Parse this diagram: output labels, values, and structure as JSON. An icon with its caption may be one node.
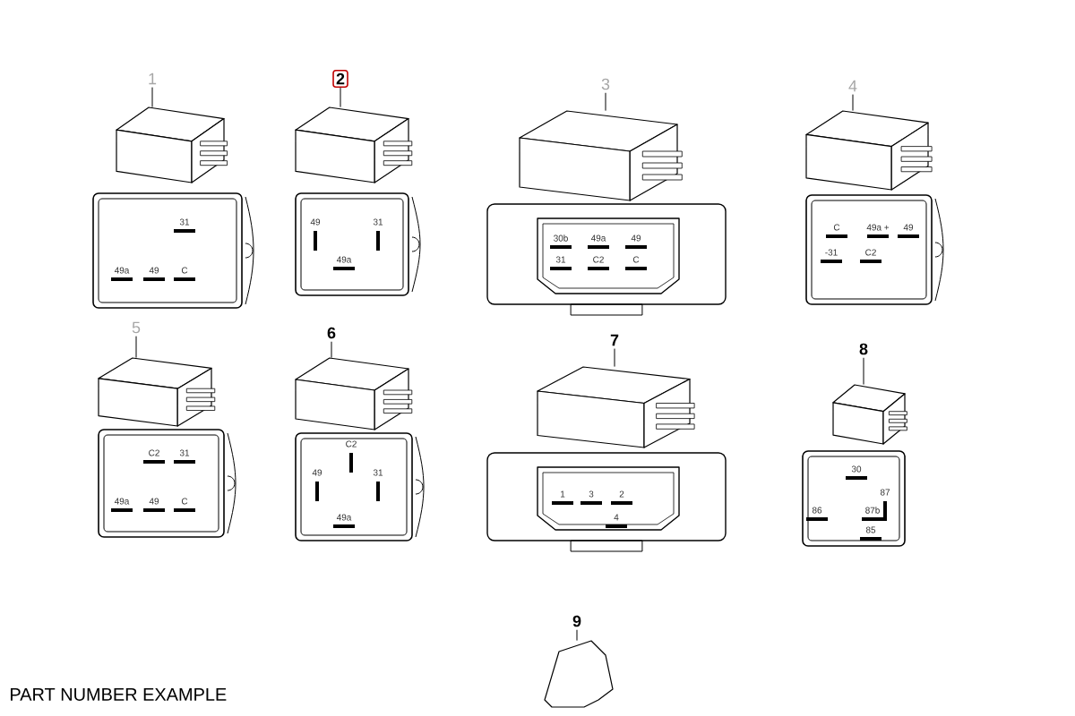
{
  "diagram": {
    "nodes": [
      {
        "text": [
          "1"
        ]
      },
      {
        "text": [
          "2"
        ]
      },
      {
        "text": [
          "3"
        ]
      },
      {
        "text": [
          "4"
        ]
      },
      {
        "text": [
          "5"
        ]
      },
      {
        "text": [
          "6"
        ]
      },
      {
        "text": [
          "7"
        ]
      },
      {
        "text": [
          "8"
        ]
      },
      {
        "text": [
          "9"
        ]
      },
      {
        "text": [],
        "shape": "picture"
      },
      {
        "text": [],
        "shape": "picture"
      },
      {
        "text": [],
        "shape": "picture"
      },
      {
        "text": [],
        "shape": "picture"
      },
      {
        "text": [],
        "shape": "picture"
      },
      {
        "text": [],
        "shape": "picture"
      },
      {
        "text": [],
        "shape": "picture"
      },
      {
        "text": [],
        "shape": "picture"
      },
      {
        "text": [],
        "shape": "picture"
      }
    ],
    "edges": [
      {
        "from": 0,
        "to": 9,
        "arrow": "none"
      },
      {
        "from": 1,
        "to": 10,
        "arrow": "none"
      },
      {
        "from": 2,
        "to": 11,
        "arrow": "none"
      },
      {
        "from": 3,
        "to": 12,
        "arrow": "none"
      },
      {
        "from": 4,
        "to": 13,
        "arrow": "none"
      },
      {
        "from": 5,
        "to": 14,
        "arrow": "none"
      },
      {
        "from": 6,
        "to": 15,
        "arrow": "none"
      },
      {
        "from": 7,
        "to": 16,
        "arrow": "none"
      },
      {
        "from": 8,
        "to": 17,
        "arrow": "none"
      }
    ],
    "labels": [
      "31",
      "49a",
      "49",
      "C",
      "49",
      "31",
      "49a",
      "30b",
      "49a",
      "49",
      "31",
      "C2",
      "C",
      "C",
      "49a +",
      "49",
      "-31",
      "C2",
      "C2",
      "31",
      "49a",
      "49",
      "C",
      "C2",
      "49",
      "31",
      "49a",
      "1",
      "3",
      "2",
      "4",
      "30",
      "87",
      "86",
      "87b",
      "85",
      "PART NUMBER EXAMPLE"
    ]
  }
}
